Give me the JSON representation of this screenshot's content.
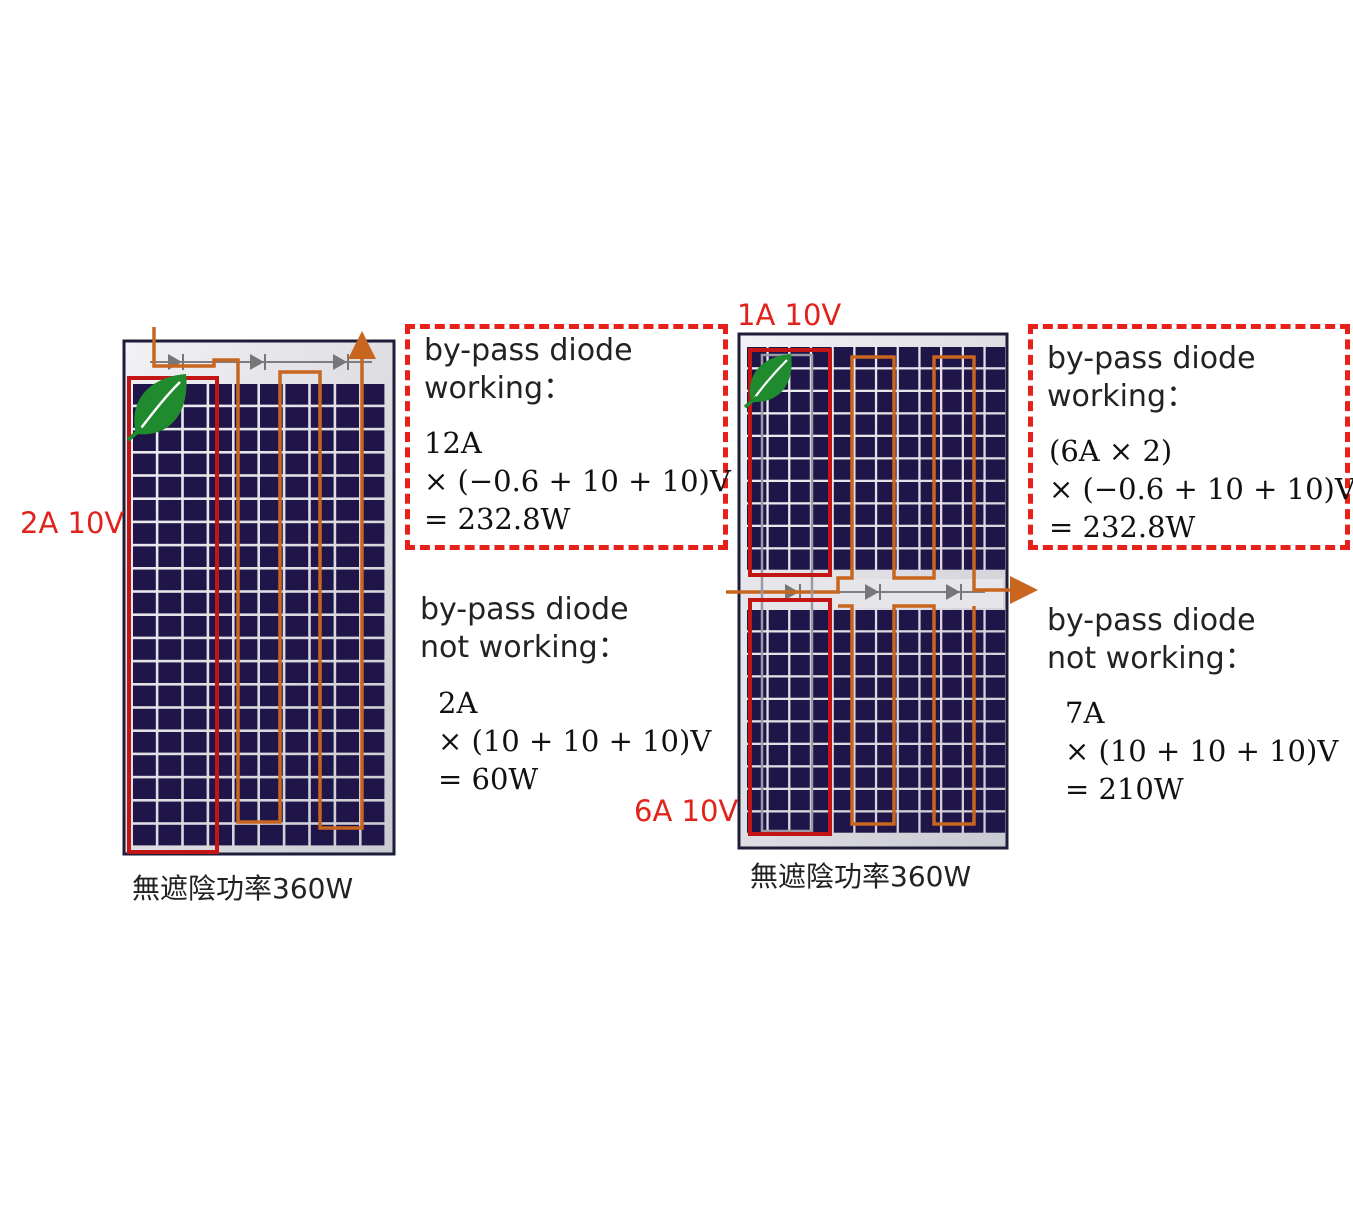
{
  "left_panel": {
    "current_label": "2A 10V",
    "caption": "無遮陰功率360W",
    "working": {
      "title_1": "by-pass diode",
      "title_2": "working：",
      "eq_1": "12A",
      "eq_2": "× (−0.6 + 10 + 10)V",
      "eq_3": "= 232.8W"
    },
    "not_working": {
      "title_1": "by-pass diode",
      "title_2": "not working：",
      "eq_1": "2A",
      "eq_2": "× (10 + 10 + 10)V",
      "eq_3": "= 60W"
    }
  },
  "right_panel": {
    "top_label": "1A 10V",
    "bottom_label": "6A 10V",
    "caption": "無遮陰功率360W",
    "working": {
      "title_1": "by-pass diode",
      "title_2": "working：",
      "eq_1": "(6A × 2)",
      "eq_2": "× (−0.6 + 10 + 10)V",
      "eq_3": "= 232.8W"
    },
    "not_working": {
      "title_1": "by-pass diode",
      "title_2": "not working：",
      "eq_1": "7A",
      "eq_2": "× (10 + 10 + 10)V",
      "eq_3": "= 210W"
    }
  },
  "colors": {
    "panel_frame": "#1d1d3a",
    "cell": "#1f1548",
    "grid": "#dcdce2",
    "string_path": "#c8651e",
    "shade_box": "#c41515",
    "dashed_box": "#e8201a",
    "label_red": "#e0241b",
    "leaf": "#1f8a2e"
  },
  "icons": [
    "leaf-icon",
    "diode-icon",
    "arrow-icon"
  ]
}
